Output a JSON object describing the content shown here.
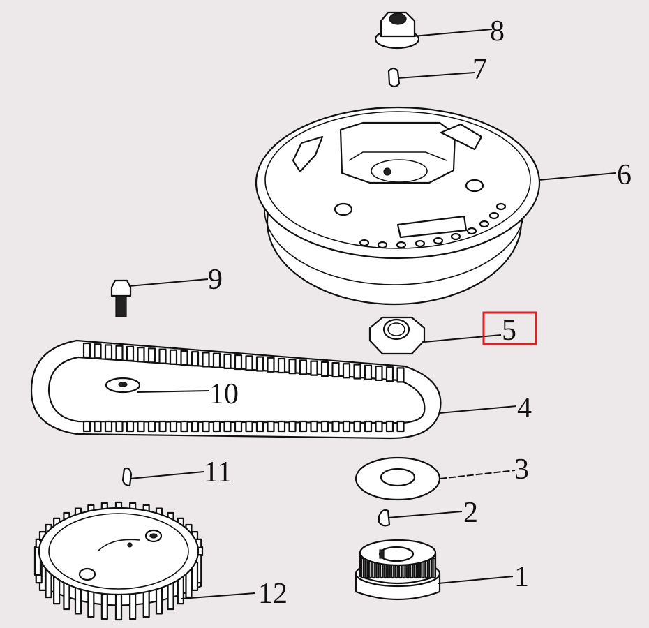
{
  "labels": {
    "p1": "1",
    "p2": "2",
    "p3": "3",
    "p4": "4",
    "p5": "5",
    "p6": "6",
    "p7": "7",
    "p8": "8",
    "p9": "9",
    "p10": "10",
    "p11": "11",
    "p12": "12"
  },
  "highlight": {
    "label": "5",
    "color": "#e02020"
  },
  "colors": {
    "background": "#ede9ea",
    "ink": "#111111",
    "leader_3": "#3050c0"
  }
}
